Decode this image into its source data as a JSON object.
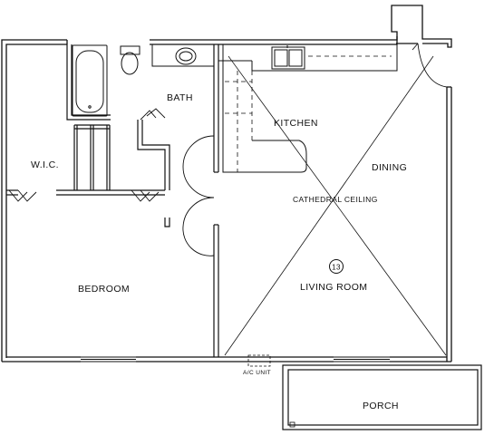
{
  "floor_plan": {
    "rooms": {
      "bath": "BATH",
      "kitchen": "KITCHEN",
      "wic": "W.I.C.",
      "dining": "DINING",
      "cathedral_ceiling": "CATHEDRAL CEILING",
      "bedroom": "BEDROOM",
      "living_room": "LIVING ROOM",
      "porch": "PORCH"
    },
    "marker": "13",
    "ac_unit": "A/C UNIT"
  }
}
